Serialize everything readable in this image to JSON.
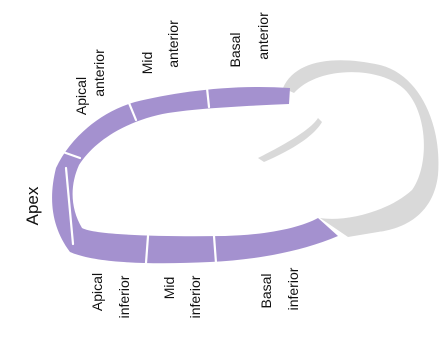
{
  "diagram": {
    "colors": {
      "myocardium": "#a491cf",
      "outflow_tract": "#d9d9d9",
      "segment_divider": "#ffffff",
      "text": "#111111"
    },
    "labels": {
      "apex": "Apex",
      "apical_anterior": {
        "line1": "Apical",
        "line2": "anterior"
      },
      "mid_anterior": {
        "line1": "Mid",
        "line2": "anterior"
      },
      "basal_anterior": {
        "line1": "Basal",
        "line2": "anterior"
      },
      "apical_inferior": {
        "line1": "Apical",
        "line2": "inferior"
      },
      "mid_inferior": {
        "line1": "Mid",
        "line2": "inferior"
      },
      "basal_inferior": {
        "line1": "Basal",
        "line2": "inferior"
      }
    }
  }
}
